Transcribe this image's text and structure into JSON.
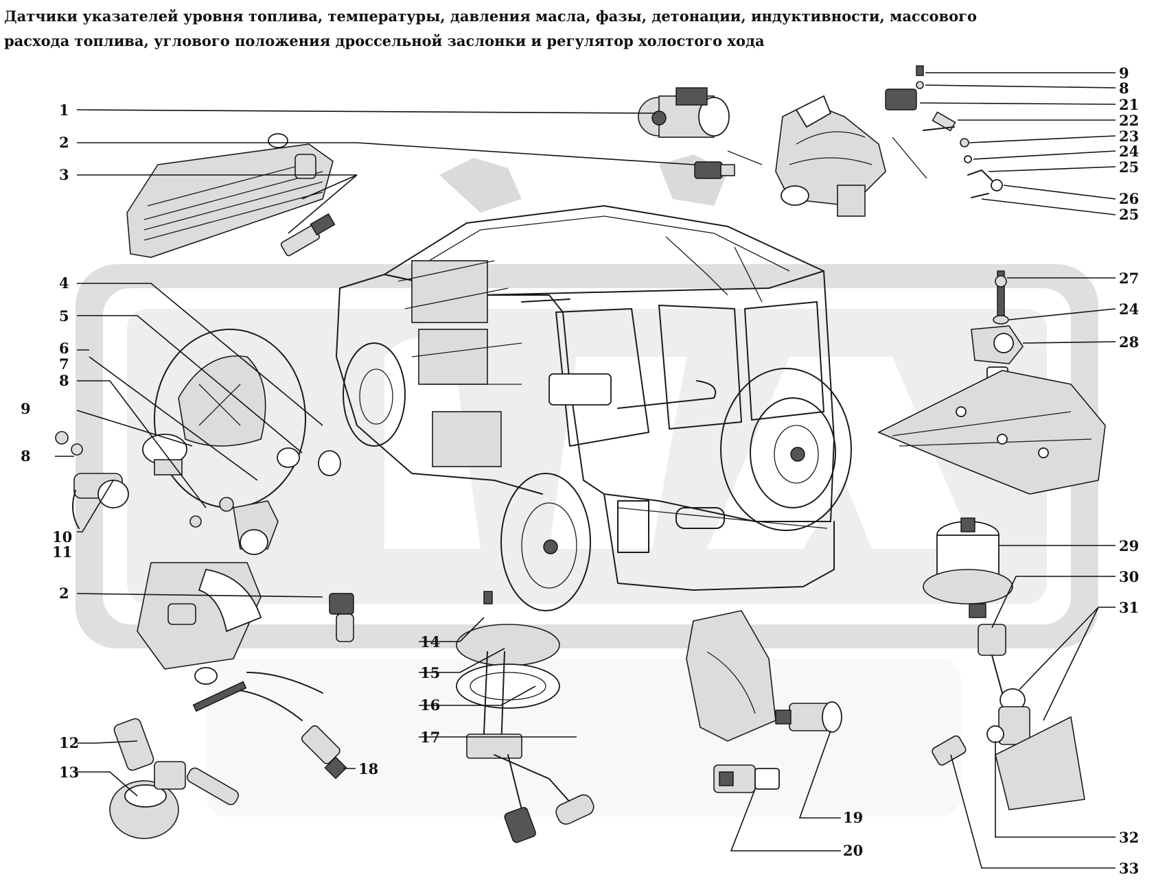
{
  "title": {
    "line1": "Датчики указателей уровня топлива, температуры, давления масла, фазы, детонации, индуктивности, массового",
    "line2": "расхода топлива, углового положения дроссельной заслонки и регулятор холостого хода"
  },
  "watermark": "UAZ",
  "callouts": {
    "c1": "1",
    "c2a": "2",
    "c3": "3",
    "c4": "4",
    "c5": "5",
    "c6": "6",
    "c7": "7",
    "c8a": "8",
    "c9a": "9",
    "c8b": "8",
    "c10": "10",
    "c11": "11",
    "c2b": "2",
    "c12": "12",
    "c13": "13",
    "c14": "14",
    "c15": "15",
    "c16": "16",
    "c17": "17",
    "c18": "18",
    "c19": "19",
    "c20": "20",
    "c9b": "9",
    "c8c": "8",
    "c21": "21",
    "c22": "22",
    "c23": "23",
    "c24a": "24",
    "c25a": "25",
    "c26": "26",
    "c25b": "25",
    "c27": "27",
    "c24b": "24",
    "c28": "28",
    "c29": "29",
    "c30": "30",
    "c31": "31",
    "c32": "32",
    "c33": "33"
  },
  "colors": {
    "ink": "#1a1a1a",
    "watermark": "#b8b8b8",
    "background": "#ffffff"
  }
}
